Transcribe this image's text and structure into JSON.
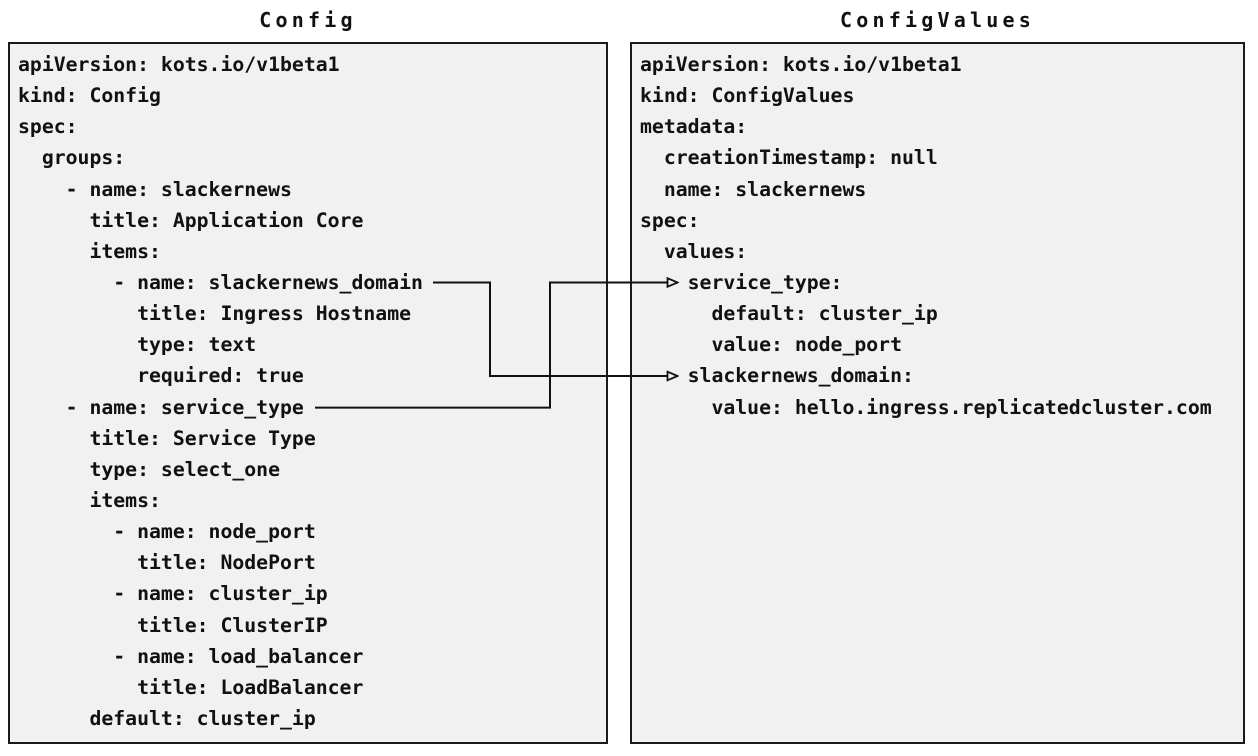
{
  "colors": {
    "page_background": "#ffffff",
    "box_fill": "#f1f1f1",
    "box_border": "#1a1a1a",
    "text": "#111111",
    "arrow": "#111111"
  },
  "left_panel": {
    "title": "Config",
    "code_lines": [
      "apiVersion: kots.io/v1beta1",
      "kind: Config",
      "spec:",
      "  groups:",
      "    - name: slackernews",
      "      title: Application Core",
      "      items:",
      "        - name: slackernews_domain",
      "          title: Ingress Hostname",
      "          type: text",
      "          required: true",
      "    - name: service_type",
      "      title: Service Type",
      "      type: select_one",
      "      items:",
      "        - name: node_port",
      "          title: NodePort",
      "        - name: cluster_ip",
      "          title: ClusterIP",
      "        - name: load_balancer",
      "          title: LoadBalancer",
      "      default: cluster_ip"
    ]
  },
  "right_panel": {
    "title": "ConfigValues",
    "code_lines": [
      "apiVersion: kots.io/v1beta1",
      "kind: ConfigValues",
      "metadata:",
      "  creationTimestamp: null",
      "  name: slackernews",
      "spec:",
      "  values:",
      "    service_type:",
      "      default: cluster_ip",
      "      value: node_port",
      "    slackernews_domain:",
      "      value: hello.ingress.replicatedcluster.com"
    ]
  },
  "arrows": [
    {
      "from": "Config item name: slackernews_domain",
      "to": "ConfigValues value key: slackernews_domain"
    },
    {
      "from": "Config item name: service_type",
      "to": "ConfigValues value key: service_type"
    }
  ]
}
